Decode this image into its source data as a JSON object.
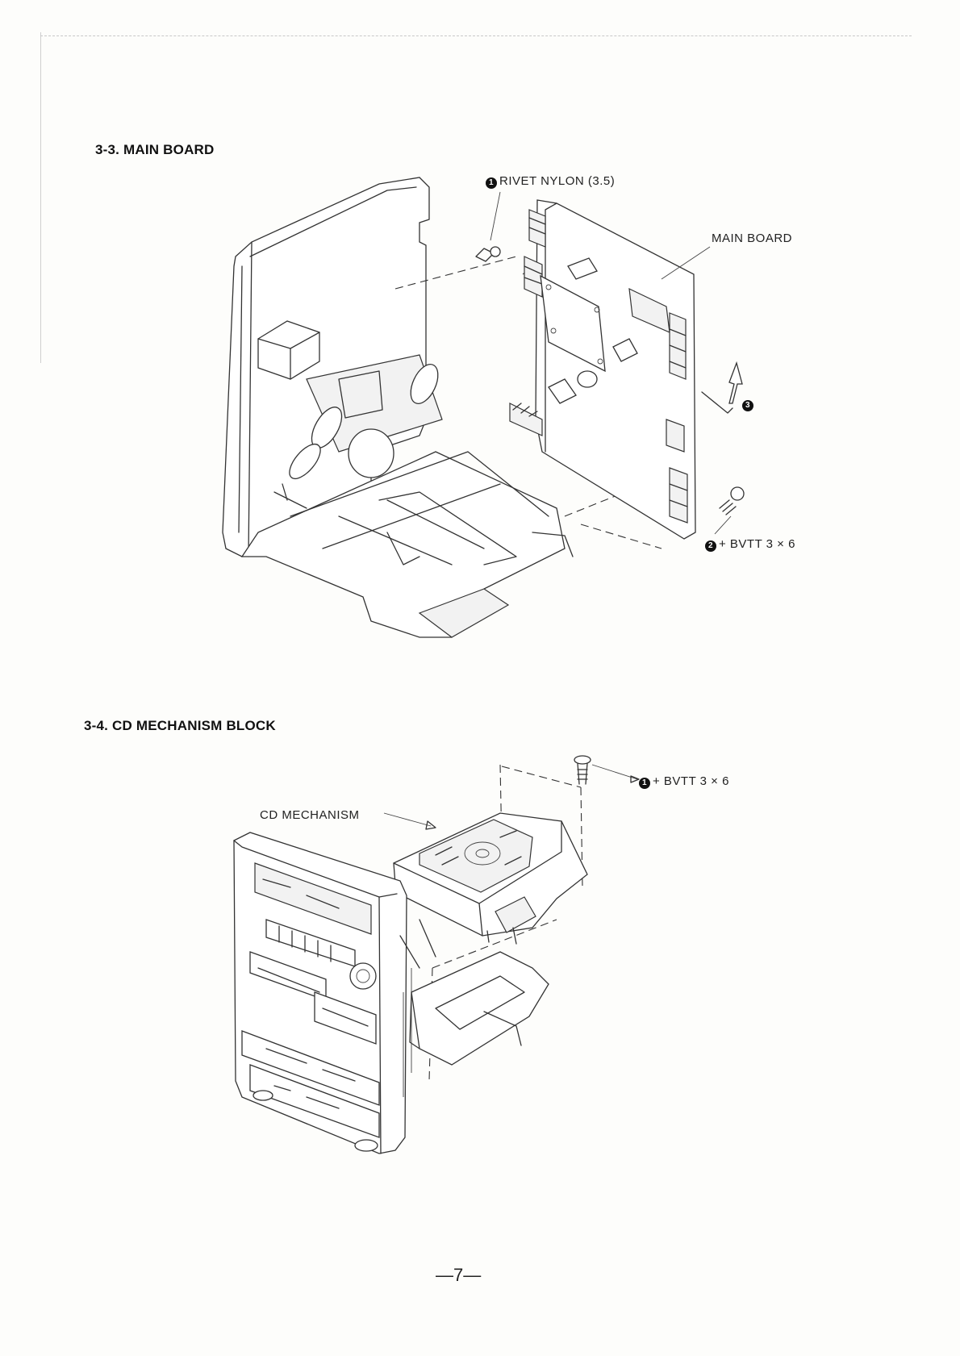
{
  "sections": [
    {
      "title": "3-3. MAIN BOARD",
      "labels": {
        "rivet": {
          "num": "1",
          "text": "RIVET  NYLON  (3.5)"
        },
        "board": {
          "text": "MAIN  BOARD"
        },
        "screw": {
          "num": "2",
          "text": "+ BVTT  3 × 6"
        },
        "arrow": {
          "num": "3"
        }
      }
    },
    {
      "title": "3-4. CD MECHANISM BLOCK",
      "labels": {
        "mechanism": {
          "text": "CD  MECHANISM"
        },
        "screw": {
          "num": "1",
          "text": "+ BVTT  3 × 6"
        }
      }
    }
  ],
  "page_number": "—7—"
}
